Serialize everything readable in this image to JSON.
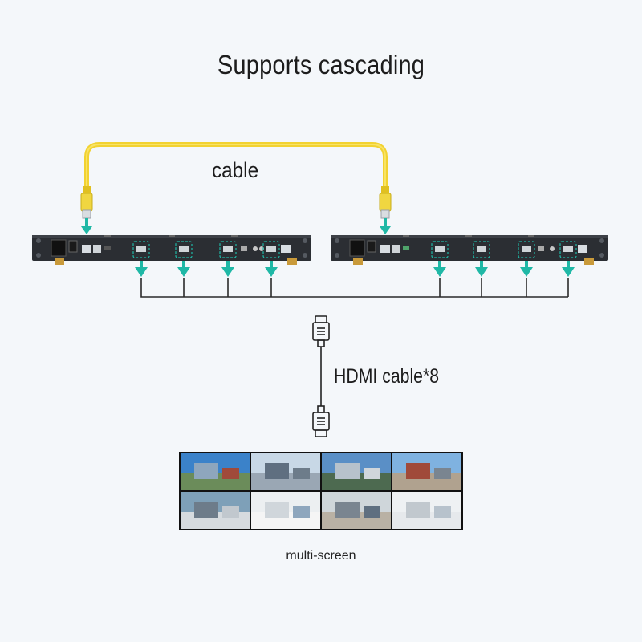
{
  "title": "Supports cascading",
  "labels": {
    "cable": "cable",
    "hdmi_cable": "HDMI cable*8",
    "caption": "multi-screen"
  },
  "icons": {
    "network_cable": "rj45-plug-icon",
    "hdmi_plug": "hdmi-plug-icon",
    "arrow": "down-arrow-icon"
  },
  "colors": {
    "cable": "#f2d230",
    "arrow": "#1fb8a6",
    "device": "#2b2e33",
    "text": "#1d1d1d"
  },
  "devices": [
    {
      "name": "left-unit",
      "hdmi_outputs": 4
    },
    {
      "name": "right-unit",
      "hdmi_outputs": 4
    }
  ],
  "screens": [
    {
      "name": "screen-1",
      "sky": "#3b82c9",
      "ground": "#6b8c5a"
    },
    {
      "name": "screen-2",
      "sky": "#c8d8e6",
      "ground": "#9aa7b4"
    },
    {
      "name": "screen-3",
      "sky": "#5a8fc6",
      "ground": "#4d6a50"
    },
    {
      "name": "screen-4",
      "sky": "#7fb2e0",
      "ground": "#b0a28f"
    },
    {
      "name": "screen-5",
      "sky": "#7ea0b8",
      "ground": "#d6dbdf"
    },
    {
      "name": "screen-6",
      "sky": "#eceff1",
      "ground": "#f5f5f5"
    },
    {
      "name": "screen-7",
      "sky": "#cfd6da",
      "ground": "#b9b1a4"
    },
    {
      "name": "screen-8",
      "sky": "#eef1f3",
      "ground": "#e6e9ec"
    }
  ]
}
